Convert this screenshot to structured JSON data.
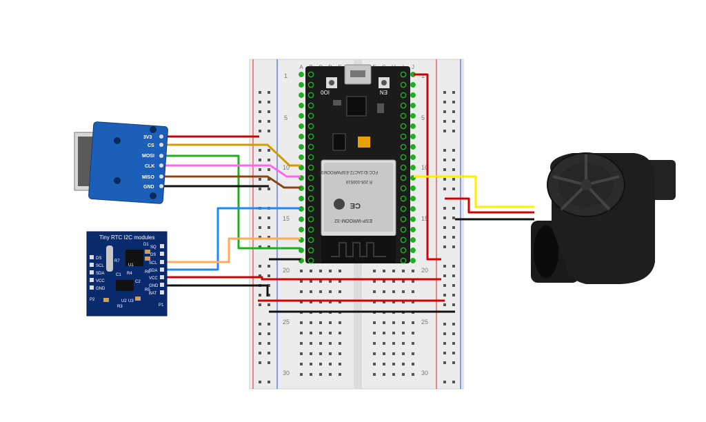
{
  "breadboard": {
    "columns": [
      "A",
      "B",
      "C",
      "D",
      "E",
      "F",
      "G",
      "H",
      "I",
      "J"
    ],
    "rows_left": [
      "1",
      "5",
      "10",
      "15",
      "20",
      "25",
      "30"
    ],
    "rows_right": [
      "1",
      "5",
      "10",
      "15",
      "20",
      "25",
      "30"
    ]
  },
  "esp32": {
    "module_text": [
      "FCC ID:2AC7Z-ESPWROOM32",
      "R 205-000519",
      "CE",
      "ESP-WROOM-32"
    ],
    "btn_left": "IO0",
    "btn_right": "EN"
  },
  "sd_module": {
    "pins": [
      "3V3",
      "CS",
      "MOSI",
      "CLK",
      "MISO",
      "GND"
    ]
  },
  "rtc_module": {
    "title": "Tiny RTC    I2C modules",
    "left_pins": [
      "DS",
      "SCL",
      "SDA",
      "VCC",
      "GND"
    ],
    "right_pins": [
      "SQ",
      "DS",
      "SCL",
      "SDA",
      "VCC",
      "GND",
      "BAT"
    ],
    "labels": [
      "D1",
      "R7",
      "C1",
      "R4",
      "R6",
      "C2",
      "R5",
      "U1",
      "P1",
      "P2",
      "U2",
      "U3",
      "R3"
    ]
  },
  "colors": {
    "red": "#d40000",
    "black": "#111111",
    "yellow": "#ffee00",
    "orange_brown": "#d49a00",
    "pink": "#ff66ee",
    "brown": "#8b4513",
    "green": "#1fae1f",
    "blue": "#1a88ff",
    "light_orange": "#ffaa55",
    "sd_board": "#1c5fb8",
    "rtc_board": "#0a2a6e"
  }
}
